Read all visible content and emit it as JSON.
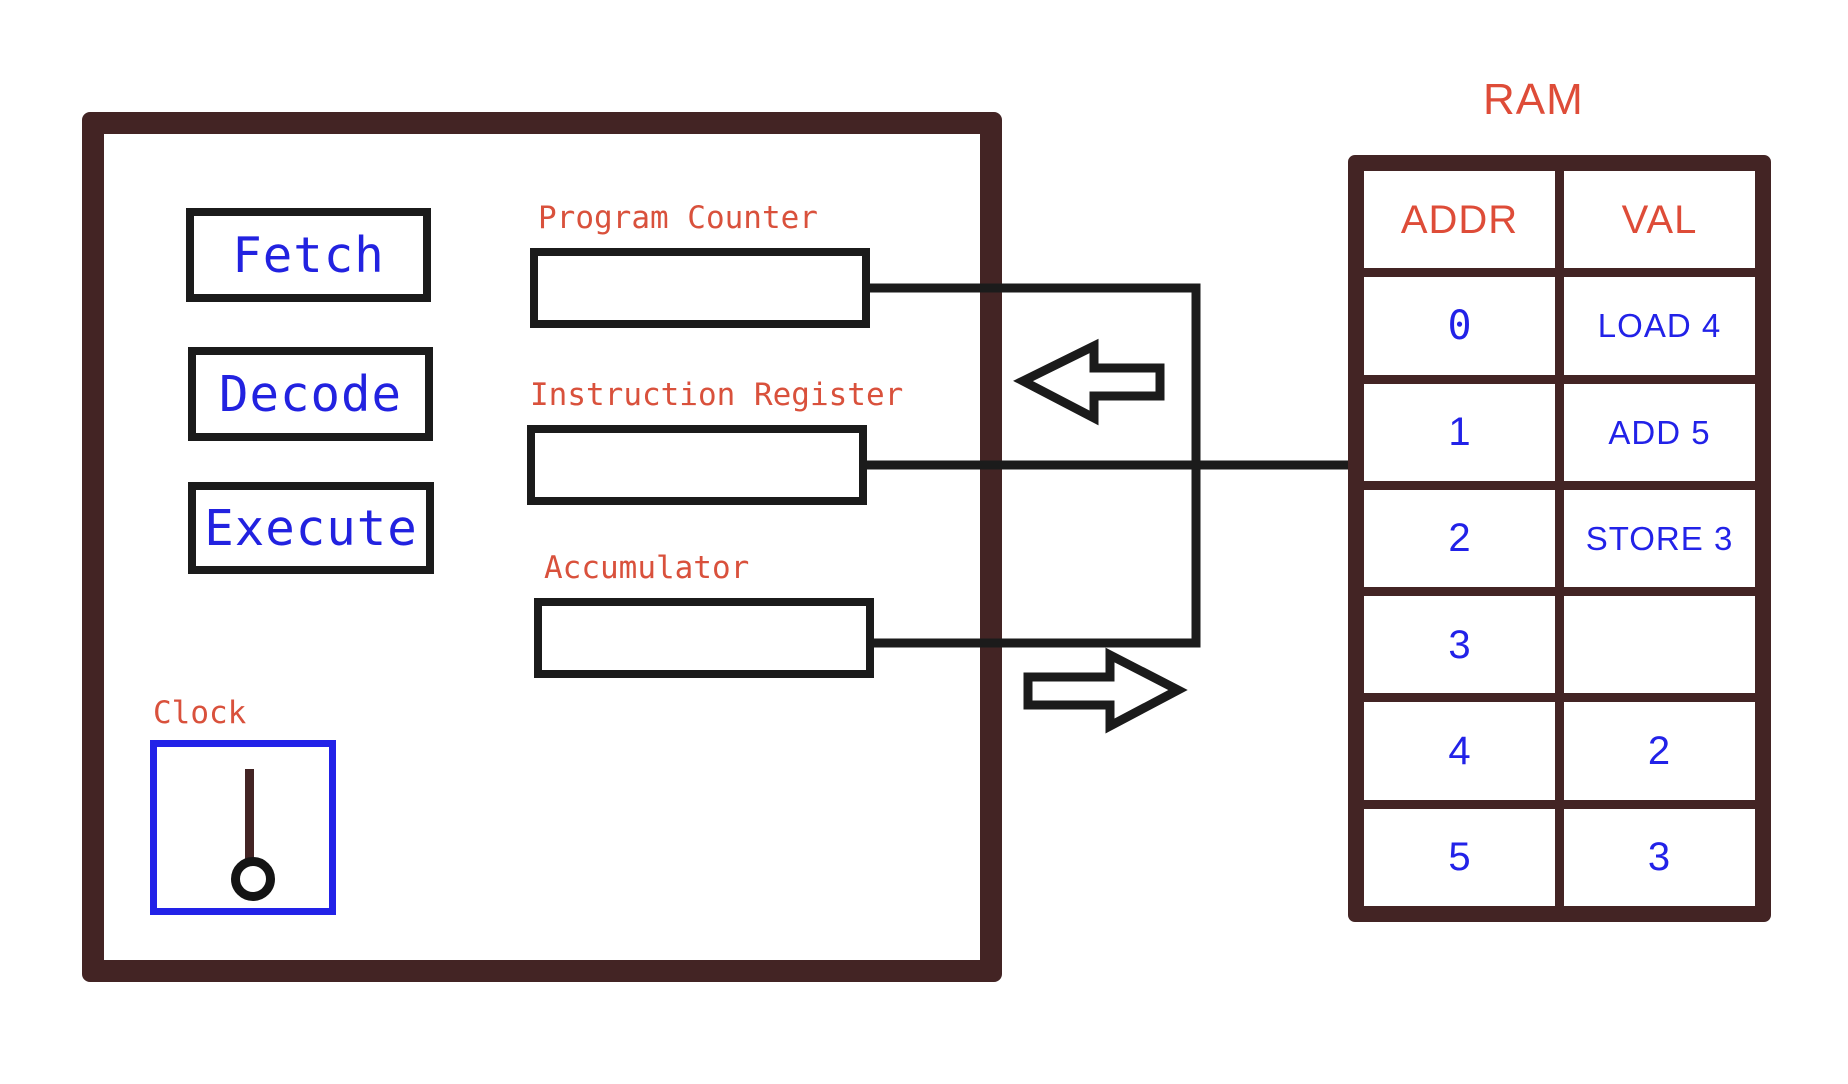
{
  "diagram": {
    "title_ram": "RAM"
  },
  "cpu": {
    "stages": [
      {
        "label": "Fetch"
      },
      {
        "label": "Decode"
      },
      {
        "label": "Execute"
      }
    ],
    "registers": [
      {
        "label": "Program Counter",
        "value": ""
      },
      {
        "label": "Instruction Register",
        "value": ""
      },
      {
        "label": "Accumulator",
        "value": ""
      }
    ],
    "clock": {
      "label": "Clock",
      "border_color": "#2222e8",
      "hand_color": "#432424"
    }
  },
  "bus": {
    "read_arrow": "arrow-left",
    "write_arrow": "arrow-right"
  },
  "ram": {
    "headers": [
      "ADDR",
      "VAL"
    ],
    "rows": [
      {
        "addr": "0",
        "val": "LOAD 4"
      },
      {
        "addr": "1",
        "val": "ADD 5"
      },
      {
        "addr": "2",
        "val": "STORE 3"
      },
      {
        "addr": "3",
        "val": ""
      },
      {
        "addr": "4",
        "val": "2"
      },
      {
        "addr": "5",
        "val": "3"
      }
    ]
  },
  "colors": {
    "frame": "#432424",
    "accent_red": "#de4c38",
    "accent_blue": "#2222e8",
    "line_black": "#1b1b1b"
  }
}
